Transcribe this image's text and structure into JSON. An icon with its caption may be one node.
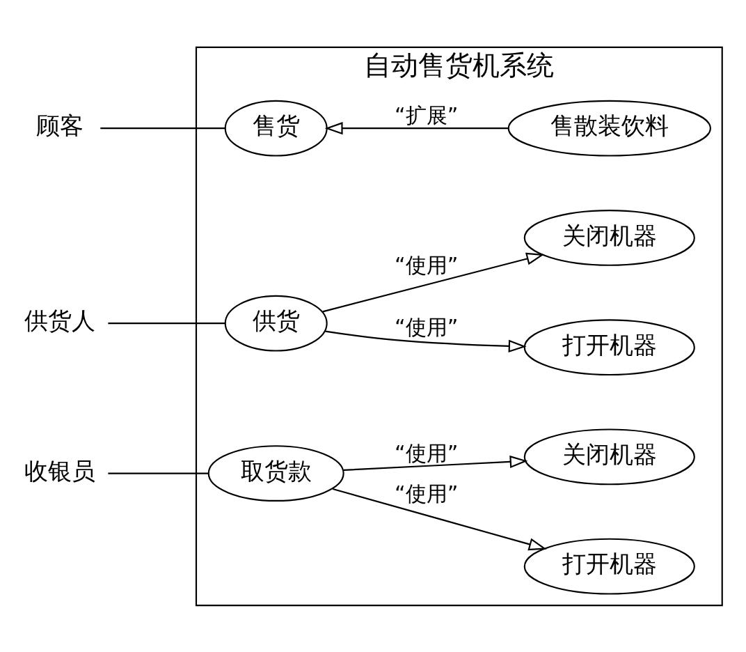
{
  "diagram": {
    "nodes": [
      {
        "text": [
          "自动售货机系统"
        ]
      },
      {
        "text": [
          "售货"
        ],
        "in": 0
      },
      {
        "text": [
          "售散装饮料"
        ],
        "in": 0
      },
      {
        "text": [
          "供货"
        ],
        "in": 0
      },
      {
        "text": [
          "打开机器"
        ],
        "in": 0
      },
      {
        "text": [
          "关闭机器"
        ],
        "in": 0
      },
      {
        "text": [
          "取货款"
        ],
        "in": 0
      },
      {
        "text": [
          "打开机器"
        ],
        "in": 0
      },
      {
        "text": [
          "关闭机器"
        ],
        "in": 0
      },
      {
        "text": [
          "顾客"
        ]
      },
      {
        "text": [
          "供货人"
        ]
      },
      {
        "text": [
          "收银员"
        ]
      }
    ],
    "edges": [
      {
        "from": 9,
        "to": 1,
        "arrow": "none"
      },
      {
        "from": 2,
        "to": 1,
        "arrow": "to",
        "label": "“扩展”"
      },
      {
        "from": 3,
        "to": 4,
        "arrow": "to",
        "label": "“使用”"
      },
      {
        "from": 3,
        "to": 5,
        "arrow": "to",
        "label": "“使用”"
      },
      {
        "from": 10,
        "to": 3,
        "arrow": "none"
      },
      {
        "from": 6,
        "to": 7,
        "arrow": "to",
        "label": "“使用”"
      },
      {
        "from": 6,
        "to": 8,
        "arrow": "to",
        "label": "“使用”"
      },
      {
        "from": 11,
        "to": 6,
        "arrow": "none"
      }
    ]
  }
}
